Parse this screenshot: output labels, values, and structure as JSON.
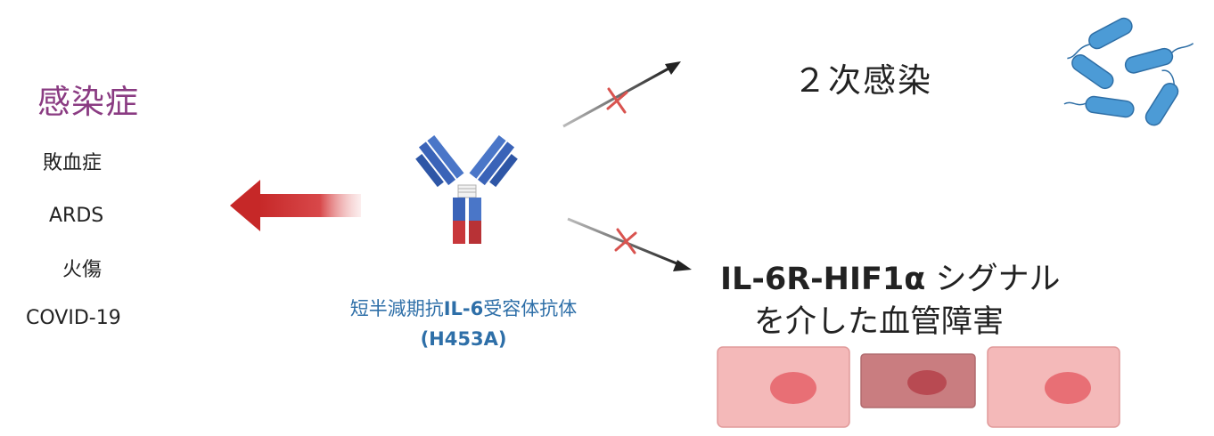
{
  "left_panel": {
    "title": "感染症",
    "items": [
      "敗血症",
      "ARDS",
      "火傷",
      "COVID-19"
    ]
  },
  "center": {
    "antibody_label_line1_prefix": "短半減期抗",
    "antibody_label_line1_bold": "IL-6",
    "antibody_label_line1_suffix": "受容体抗体",
    "antibody_label_line2": "(H453A)",
    "icon": "antibody-icon"
  },
  "right_top": {
    "label": "２次感染",
    "icon": "bacteria-icon"
  },
  "right_bottom": {
    "label_bold": "IL-6R-HIF1α",
    "label_rest": " シグナル",
    "label_line2": "を介した血管障害",
    "icon": "endothelial-cells-icon"
  },
  "colors": {
    "title_purple": "#8a3b82",
    "label_blue": "#2e6fa8",
    "arrow_red": "#c62828",
    "block_x_red": "#d9534f",
    "antibody_blue": "#3a63b8",
    "antibody_red": "#c8373b",
    "cell_pink": "#f4b9b9",
    "cell_dark": "#c97d80",
    "bacteria_blue": "#4c9bd6"
  }
}
